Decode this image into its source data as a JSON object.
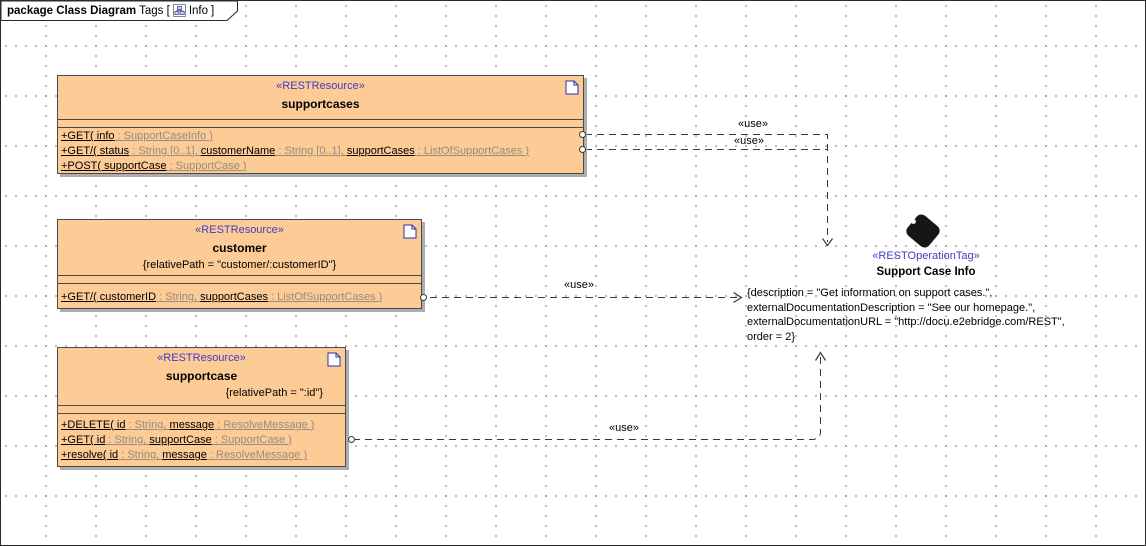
{
  "header": {
    "bold_text": "package Class Diagram",
    "regular_prefix": "Tags [",
    "diagram_icon": "class-diagram-icon",
    "diagram_name": "Info",
    "suffix": "]"
  },
  "classes": [
    {
      "id": "supportcases",
      "stereotype": "«RESTResource»",
      "name": "supportcases",
      "constraint": null,
      "operations": [
        {
          "segments": [
            {
              "text": "+GET( info",
              "kind": "name"
            },
            {
              "text": " : SupportCaseInfo )",
              "kind": "type"
            }
          ]
        },
        {
          "segments": [
            {
              "text": "+GET/( status",
              "kind": "name"
            },
            {
              "text": " : String [0..1], ",
              "kind": "type"
            },
            {
              "text": "customerName",
              "kind": "name"
            },
            {
              "text": " : String [0..1], ",
              "kind": "type"
            },
            {
              "text": "supportCases",
              "kind": "name"
            },
            {
              "text": " : ListOfSupportCases )",
              "kind": "type"
            }
          ]
        },
        {
          "segments": [
            {
              "text": "+POST( supportCase",
              "kind": "name"
            },
            {
              "text": " : SupportCase )",
              "kind": "type"
            }
          ]
        }
      ]
    },
    {
      "id": "customer",
      "stereotype": "«RESTResource»",
      "name": "customer",
      "constraint": "{relativePath = \"customer/:customerID\"}",
      "operations": [
        {
          "segments": [
            {
              "text": "+GET/( customerID",
              "kind": "name"
            },
            {
              "text": " : String, ",
              "kind": "type"
            },
            {
              "text": "supportCases",
              "kind": "name"
            },
            {
              "text": " : ListOfSupportCases )",
              "kind": "type"
            }
          ]
        }
      ]
    },
    {
      "id": "supportcase",
      "stereotype": "«RESTResource»",
      "name": "supportcase",
      "constraint": "{relativePath = \":id\"}",
      "operations": [
        {
          "segments": [
            {
              "text": "+DELETE( id",
              "kind": "name"
            },
            {
              "text": " : String, ",
              "kind": "type"
            },
            {
              "text": "message",
              "kind": "name"
            },
            {
              "text": " : ResolveMessage )",
              "kind": "type"
            }
          ]
        },
        {
          "segments": [
            {
              "text": "+GET( id",
              "kind": "name"
            },
            {
              "text": " : String, ",
              "kind": "type"
            },
            {
              "text": "supportCase",
              "kind": "name"
            },
            {
              "text": " : SupportCase )",
              "kind": "type"
            }
          ]
        },
        {
          "segments": [
            {
              "text": "+resolve( id",
              "kind": "name"
            },
            {
              "text": " : String, ",
              "kind": "type"
            },
            {
              "text": "message",
              "kind": "name"
            },
            {
              "text": " : ResolveMessage )",
              "kind": "type"
            }
          ]
        }
      ]
    }
  ],
  "deps": [
    {
      "label": "«use»"
    },
    {
      "label": "«use»"
    },
    {
      "label": "«use»"
    },
    {
      "label": "«use»"
    }
  ],
  "tag": {
    "icon": "tag-icon",
    "stereotype": "«RESTOperationTag»",
    "name": "Support Case Info",
    "lines": [
      "{description = \"Get information on support cases.\",",
      "externalDocumentationDescription = \"See our homepage.\",",
      "externalDocumentationURL = \"http://docu.e2ebridge.com/REST\",",
      "order = 2}"
    ]
  },
  "colors": {
    "class_fill": "#FCCB96",
    "stereotype_color": "#3D3DC4",
    "type_color": "#978D7E",
    "border_color": "#4A4A4A",
    "shadow_color": "#ADADAD",
    "line_color": "#3A3A3A"
  }
}
